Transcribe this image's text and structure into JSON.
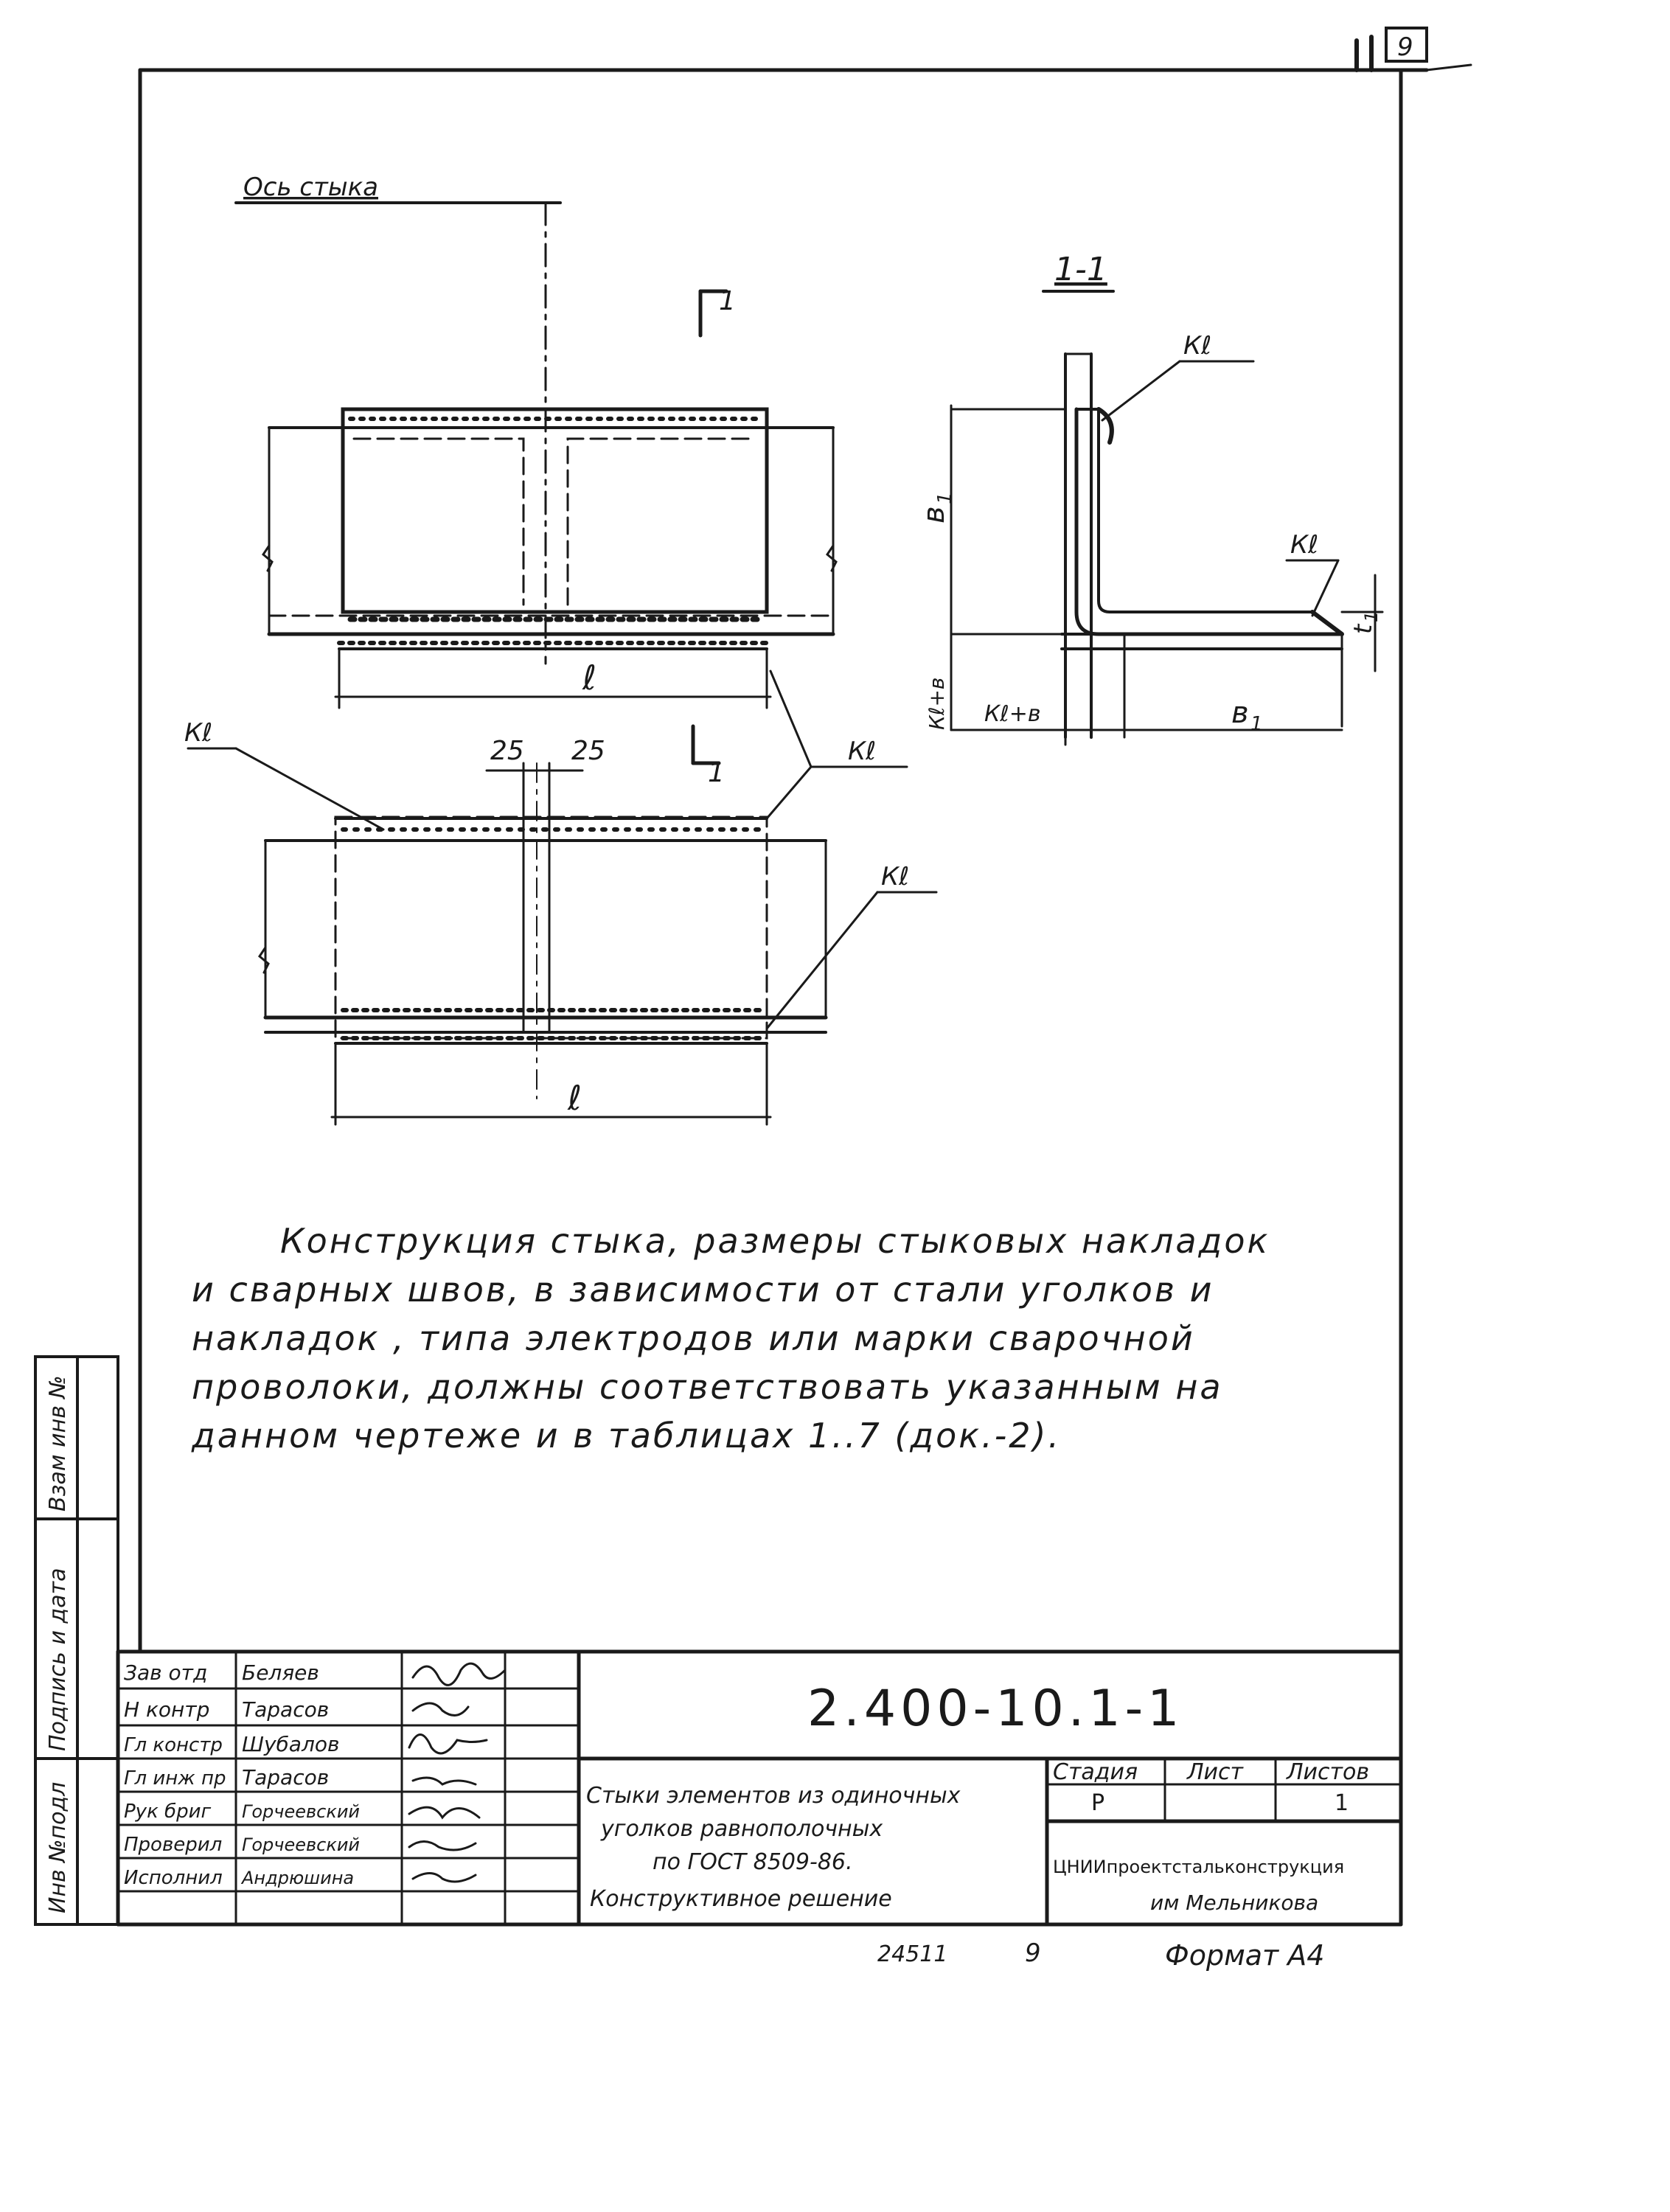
{
  "drawing": {
    "joint_axis_label": "Ось стыка",
    "section_mark": "1",
    "section_title": "1-1",
    "weld_leg_label": "Кℓ",
    "dim_length": "ℓ",
    "dim_flange": "в",
    "dim_flange_sub": "1",
    "dim_thickness": "t",
    "dim_thickness_sub": "1",
    "dim_leg_plus": "Кℓ+в",
    "dim_25": "25"
  },
  "note_lines": [
    "Конструкция стыка, размеры стыковых накладок",
    "и сварных швов, в зависимости от стали уголков и",
    "накладок , типа электродов или марки сварочной",
    "проволоки, должны соответствовать указанным на",
    "данном чертеже и в таблицах 1..7 (док.-2)."
  ],
  "side_stamp": {
    "inv_orig": "Инв №подл",
    "sign_date": "Подпись и дата",
    "vzam": "Взам инв №"
  },
  "title_block": {
    "document_code": "2.400-10.1-1",
    "title_lines": [
      "Стыки элементов из одиночных",
      "уголков равнополочных",
      "по ГОСТ 8509-86.",
      "Конструктивное решение"
    ],
    "stage_header": "Стадия",
    "sheet_header": "Лист",
    "sheets_header": "Листов",
    "stage_value": "Р",
    "sheet_value": "",
    "sheets_value": "1",
    "organization_line1": "ЦНИИпроектстальконструкция",
    "organization_line2": "им Мельникова",
    "rows": [
      {
        "role": "Зав отд",
        "name": "Беляев"
      },
      {
        "role": "Н контр",
        "name": "Тарасов"
      },
      {
        "role": "Гл констр",
        "name": "Шубалов"
      },
      {
        "role": "Гл инж пр",
        "name": "Тарасов"
      },
      {
        "role": "Рук бриг",
        "name": "Горчеевский"
      },
      {
        "role": "Проверил",
        "name": "Горчеевский"
      },
      {
        "role": "Исполнил",
        "name": "Андрюшина"
      }
    ]
  },
  "footer": {
    "archive_no": "24511",
    "page_no": "9",
    "format": "Формат А4"
  },
  "corner_mark": "9"
}
